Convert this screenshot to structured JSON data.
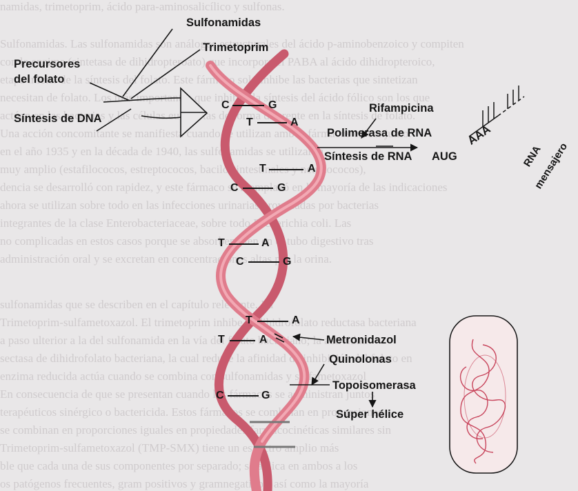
{
  "labels": {
    "sulfonamidas": "Sulfonamidas",
    "trimetoprim": "Trimetoprim",
    "precursores_line1": "Precursores",
    "precursores_line2": "del folato",
    "sintesis_dna": "Síntesis de DNA",
    "rifampicina": "Rifampicina",
    "polimerasa_rna": "Polimerasa de RNA",
    "sintesis_rna": "Síntesis de RNA",
    "aug": "AUG",
    "aaa": "AAA",
    "rna": "RNA",
    "mensajero": "mensajero",
    "metronidazol": "Metronidazol",
    "quinolonas": "Quinolonas",
    "topoisomerasa": "Topoisomerasa",
    "super_helice": "Súper hélice"
  },
  "base_pairs": [
    {
      "left": "C",
      "right": "G"
    },
    {
      "left": "T",
      "right": "A"
    },
    {
      "left": "T",
      "right": "A"
    },
    {
      "left": "C",
      "right": "G"
    },
    {
      "left": "T",
      "right": "A"
    },
    {
      "left": "C",
      "right": "G"
    },
    {
      "left": "T",
      "right": "A"
    },
    {
      "left": "T",
      "right": "A"
    },
    {
      "left": "C",
      "right": "G"
    }
  ],
  "colors": {
    "background": "#e9e7e8",
    "helix_strand": "#e07c8c",
    "helix_strand_dark": "#c95a6d",
    "ink": "#151515",
    "bacterium_fill": "#f6e9ea",
    "coil": "#c8455c"
  }
}
